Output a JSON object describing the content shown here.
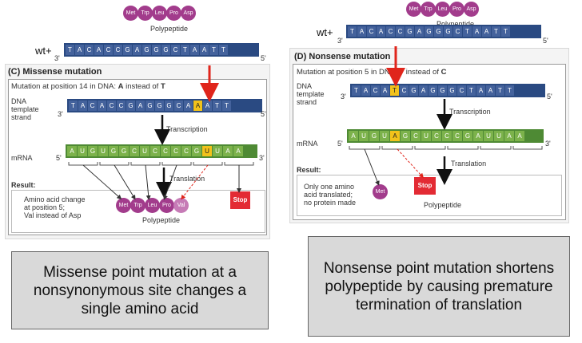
{
  "top": {
    "left_polypeptide": [
      "Met",
      "Trp",
      "Leu",
      "Pro",
      "Asp"
    ],
    "right_polypeptide": [
      "Met",
      "Trp",
      "Leu",
      "Pro",
      "Asp"
    ],
    "polypeptide_label": "Polypeptide",
    "wt_label": "wt+",
    "dna_left": [
      "T",
      "A",
      "C",
      "A",
      "C",
      "C",
      "G",
      "A",
      "G",
      "G",
      "G",
      "C",
      "T",
      "A",
      "A",
      "T",
      "T"
    ],
    "dna_right": [
      "T",
      "A",
      "C",
      "A",
      "C",
      "C",
      "G",
      "A",
      "G",
      "G",
      "G",
      "C",
      "T",
      "A",
      "A",
      "T",
      "T"
    ],
    "end3": "3'",
    "end5": "5'"
  },
  "missense": {
    "title": "(C)  Missense mutation",
    "mutation_prefix": "Mutation at position 14 in DNA: ",
    "mutation_new": "A",
    "mutation_mid": " instead of ",
    "mutation_old": "T",
    "dna_label": "DNA\ntemplate\nstrand",
    "dna": [
      "T",
      "A",
      "C",
      "A",
      "C",
      "C",
      "G",
      "A",
      "G",
      "G",
      "G",
      "C",
      "A",
      "A",
      "A",
      "T",
      "T"
    ],
    "dna_highlight_index": 13,
    "transcription": "Transcription",
    "mrna_label": "mRNA",
    "mrna": [
      "A",
      "U",
      "G",
      "U",
      "G",
      "G",
      "C",
      "U",
      "C",
      "C",
      "C",
      "C",
      "G",
      "U",
      "U",
      "A",
      "A"
    ],
    "mrna_highlight_index": 13,
    "translation": "Translation",
    "result_label": "Result:",
    "result_text": "Amino acid change\nat position 5;\nVal instead of Asp",
    "polypeptide": [
      "Met",
      "Trp",
      "Leu",
      "Pro",
      "Val"
    ],
    "stop": "Stop",
    "polypeptide_label": "Polypeptide"
  },
  "nonsense": {
    "title": "(D)  Nonsense mutation",
    "mutation_prefix": "Mutation at position 5 in DNA: ",
    "mutation_new": "T",
    "mutation_mid": " instead of ",
    "mutation_old": "C",
    "dna_label": "DNA\ntemplate\nstrand",
    "dna": [
      "T",
      "A",
      "C",
      "A",
      "T",
      "C",
      "G",
      "A",
      "G",
      "G",
      "G",
      "C",
      "T",
      "A",
      "A",
      "T",
      "T"
    ],
    "dna_highlight_index": 4,
    "transcription": "Transcription",
    "mrna_label": "mRNA",
    "mrna": [
      "A",
      "U",
      "G",
      "U",
      "A",
      "G",
      "C",
      "U",
      "C",
      "C",
      "C",
      "G",
      "A",
      "U",
      "U",
      "A",
      "A"
    ],
    "mrna_highlight_index": 4,
    "translation": "Translation",
    "result_label": "Result:",
    "result_text": "Only one amino\nacid translated;\nno protein made",
    "aa": "Met",
    "stop": "Stop",
    "polypeptide_label": "Polypeptide"
  },
  "captions": {
    "left": "Missense point mutation at a nonsynonymous site changes a single amino acid",
    "right": "Nonsense point mutation shortens polypeptide by causing premature termination of translation"
  },
  "colors": {
    "dna_dark": "#2a4a82",
    "mrna_green": "#4e8a34",
    "highlight": "#f2c21b",
    "amino_acid": "#a23c8c",
    "stop": "#e32b34",
    "red_arrow": "#e0251b"
  }
}
